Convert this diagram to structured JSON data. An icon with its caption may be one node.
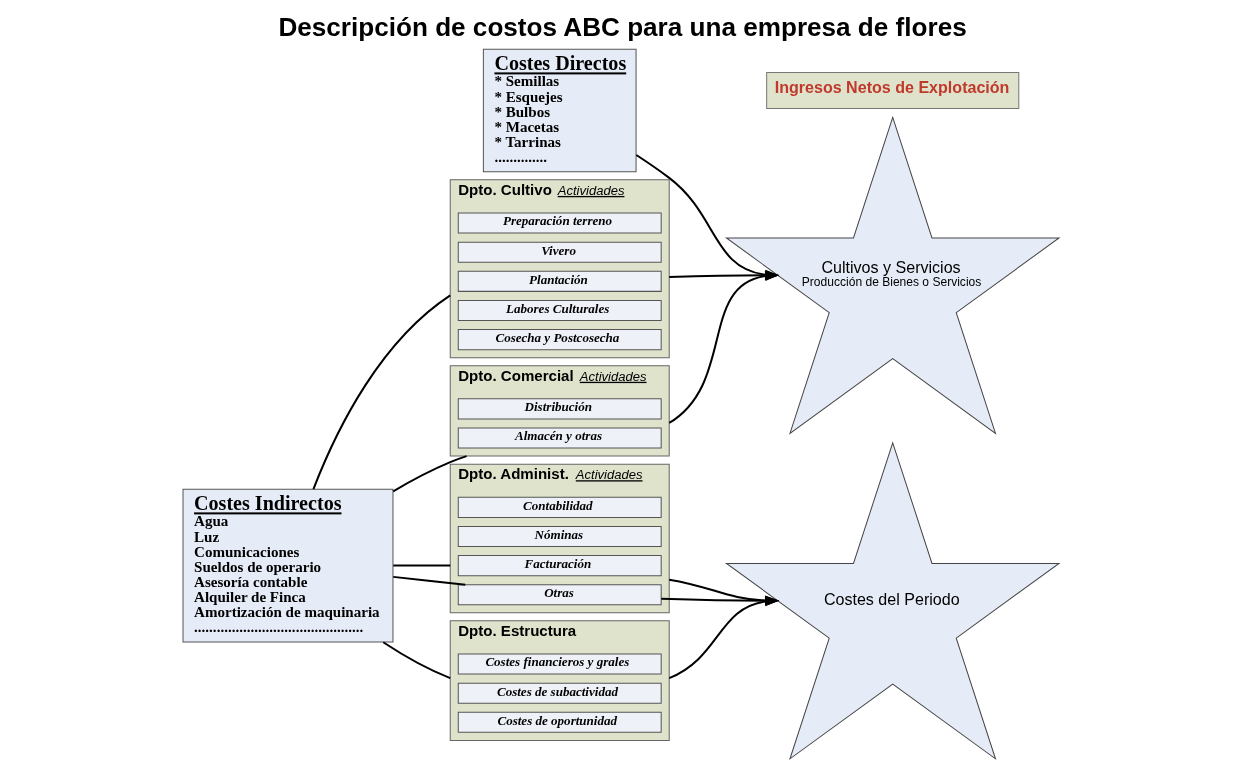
{
  "diagram": {
    "title": "Descripción de costos ABC para una empresa de flores",
    "nodes": [
      {
        "text": [
          "Costes Directos",
          "* Semillas",
          "* Esquejes",
          "* Bulbos",
          "* Macetas",
          "* Tarrinas",
          ".............."
        ]
      },
      {
        "text": [
          "Costes Indirectos",
          "Agua",
          "Luz",
          "Comunicaciones",
          "Sueldos de operario",
          "Asesoría contable",
          "Alquiler de Finca",
          "Amortización de maquinaria",
          "............................................."
        ]
      },
      {
        "text": [
          "Dpto. Cultivo",
          "Actividades"
        ]
      },
      {
        "text": [
          "Preparación terreno"
        ],
        "in": 2
      },
      {
        "text": [
          "Vivero"
        ],
        "in": 2
      },
      {
        "text": [
          "Plantación"
        ],
        "in": 2
      },
      {
        "text": [
          "Labores Culturales"
        ],
        "in": 2
      },
      {
        "text": [
          "Cosecha y Postcosecha"
        ],
        "in": 2
      },
      {
        "text": [
          "Dpto. Comercial",
          "Actividades"
        ]
      },
      {
        "text": [
          "Distribución"
        ],
        "in": 8
      },
      {
        "text": [
          "Almacén y otras"
        ],
        "in": 8
      },
      {
        "text": [
          "Dpto. Administ.",
          "Actividades"
        ]
      },
      {
        "text": [
          "Contabilidad"
        ],
        "in": 11
      },
      {
        "text": [
          "Nóminas"
        ],
        "in": 11
      },
      {
        "text": [
          "Facturación"
        ],
        "in": 11
      },
      {
        "text": [
          "Otras"
        ],
        "in": 11
      },
      {
        "text": [
          "Dpto. Estructura"
        ]
      },
      {
        "text": [
          "Costes financieros y grales"
        ],
        "in": 16
      },
      {
        "text": [
          "Costes de subactividad"
        ],
        "in": 16
      },
      {
        "text": [
          "Costes de oportunidad"
        ],
        "in": 16
      },
      {
        "text": [
          "Cultivos y Servicios",
          "Producción de Bienes o Servicios"
        ]
      },
      {
        "text": [
          "Costes del Periodo"
        ]
      },
      {
        "text": [
          "Ingresos Netos de Explotación"
        ]
      }
    ],
    "edges": [
      {
        "from": 0,
        "to": 20,
        "arrow": "to"
      },
      {
        "from": 1,
        "to": 2,
        "arrow": "none"
      },
      {
        "from": 2,
        "to": 20,
        "arrow": "to"
      },
      {
        "from": 1,
        "to": 8,
        "arrow": "none"
      },
      {
        "from": 8,
        "to": 20,
        "arrow": "to"
      },
      {
        "from": 1,
        "to": 11,
        "arrow": "none"
      },
      {
        "from": 11,
        "to": 21,
        "arrow": "to"
      },
      {
        "from": 1,
        "to": 15,
        "arrow": "none"
      },
      {
        "from": 15,
        "to": 21,
        "arrow": "to"
      },
      {
        "from": 1,
        "to": 16,
        "arrow": "none"
      },
      {
        "from": 16,
        "to": 21,
        "arrow": "to"
      }
    ]
  }
}
